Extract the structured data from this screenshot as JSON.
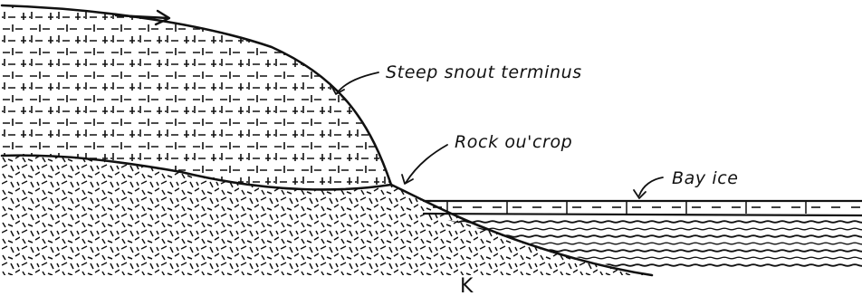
{
  "labels": {
    "steep_snout": "Steep snout terminus",
    "rock_outcrop": "Rock ou'crop",
    "bay_ice": "Bay ice"
  },
  "figure_letter": "K",
  "colors": {
    "ink": "#111111",
    "paper": "#ffffff"
  },
  "icons": {
    "flow_direction": "arrow-right-icon"
  }
}
